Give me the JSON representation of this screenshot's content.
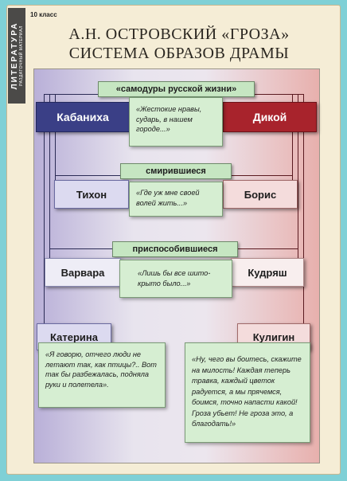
{
  "header": {
    "side_label": "ЛИТЕРАТУРА",
    "side_sublabel": "РАЗДАТОЧНЫЙ МАТЕРИАЛ",
    "grade": "10 класс",
    "title_line1": "А.Н. ОСТРОВСКИЙ «ГРОЗА»",
    "title_line2": "СИСТЕМА ОБРАЗОВ ДРАМЫ"
  },
  "groups": [
    {
      "label": "«самодуры русской жизни»",
      "left": "Кабаниха",
      "right": "Дикой",
      "quote": "«Жестокие нравы, сударь, в нашем городе...»"
    },
    {
      "label": "смирившиеся",
      "left": "Тихон",
      "right": "Борис",
      "quote": "«Где уж мне своей волей жить...»"
    },
    {
      "label": "приспособившиеся",
      "left": "Варвара",
      "right": "Кудряш",
      "quote": "«Лишь бы все шито-крыто было...»"
    }
  ],
  "bottom": {
    "left_name": "Катерина",
    "left_quote": "«Я говорю, отчего люди не летают так, как птицы?.. Вот так бы разбежалась, подняла руки и полетела».",
    "right_name": "Кулигин",
    "right_quote": "«Ну, чего вы боитесь, скажите на милость! Каждая теперь травка, каждый цветок радуется, а мы прячемся, боимся, точно напасти какой! Гроза убьет! Не гроза это, а благодать!»"
  },
  "colors": {
    "background": "#7fd0d6",
    "tyrants_left": "#3a3f86",
    "tyrants_right": "#a8232c",
    "label_fill": "#c6e6c2"
  }
}
